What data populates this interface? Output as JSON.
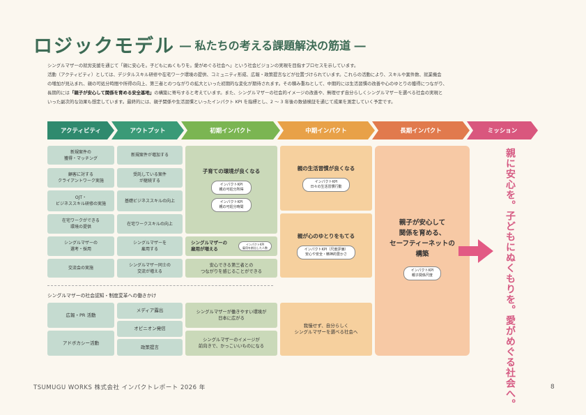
{
  "header": {
    "title": "ロジックモデル",
    "subtitle": "― 私たちの考える課題解決の筋道 ―"
  },
  "intro": {
    "line1": "シングルマザーの就労支援を通じて「親に安心を。子どもにぬくもりを。愛がめぐる社会へ」という社会ビジョンの実現を目指すプロセスを示しています。",
    "line2": "活動（アクティビティ）としては、デジタルスキル研修や在宅ワーク環境の提供、コミュニティ形成、広報・政策提言などが位置づけられています。これらの活動により、スキルや案件数、就業機会",
    "line3": "の増加が見込まれ、親の可処分時間や所得の向上、第三者とのつながりの拡大といった初期的な変化が期待されます。その積み重ねとして、中期的には生活習慣の改善や心のゆとりの獲得につながり、",
    "line4_pre": "長期的には",
    "line4_bold": "「親子が安心して関係を育める安全基地」",
    "line4_post": "の構築に寄与すると考えています。また、シングルマザーの社会的イメージの改善や、無理せず自分らしくシングルマザーを選べる社会の実現と",
    "line5": "いった副次的な効果も想定しています。最終的には、親子関係や生活習慣といったインパクト KPI を指標とし、2 〜 3 年後の数値検証を通じて成果を測定していく予定です。"
  },
  "stages": [
    {
      "label": "アクティビティ",
      "color": "#2f8a6e"
    },
    {
      "label": "アウトプット",
      "color": "#3a9a77"
    },
    {
      "label": "初期インパクト",
      "color": "#7bb552"
    },
    {
      "label": "中期インパクト",
      "color": "#e8a148"
    },
    {
      "label": "長期インパクト",
      "color": "#e17a4d"
    },
    {
      "label": "ミッション",
      "color": "#d9577e"
    }
  ],
  "activities": [
    "新規案件の\n獲得・マッチング",
    "顧客に対する\nクライアントワーク実施",
    "OJT・\nビジネススキル研修の実施",
    "在宅ワークができる\n環境の提供",
    "シングルマザーの\n選考・採用",
    "交流会の実施"
  ],
  "outputs": [
    "新規案件が増加する",
    "受託している案件\nが継続する",
    "基礎ビジネススキルの向上",
    "在宅ワークスキルの向上",
    "シングルマザーを\n雇用する",
    "シングルマザー同士の\n交流が増える"
  ],
  "initial": {
    "main_label": "子育ての環境が良くなる",
    "kpi1": "インパクトKPI\n親の可処分所得",
    "kpi2": "インパクトKPI\n親の可処分時間",
    "hire_label": "シングルマザーの\n雇用が増える",
    "hire_kpi": "インパクトKPI\n雇用を創出した人数",
    "connect_label": "安心できる第三者との\nつながりを感じることができる"
  },
  "mid": {
    "habit_label": "親の生活習慣が良くなる",
    "habit_kpi": "インパクトKPI\n日々の生活習慣行動",
    "mind_label": "親が心のゆとりをもてる",
    "mind_kpi": "インパクトKPI（尺度評価）\n安心や安全・精神的豊かさ"
  },
  "long": {
    "label": "親子が安心して\n関係を育める、\nセーフティーネットの\n構築",
    "kpi": "インパクトKPI\n親子関係尺度"
  },
  "mission": {
    "text": "親に安心を。子どもにぬくもりを。愛がめぐる社会へ。"
  },
  "social": {
    "section_label": "シングルマザーの社会認知・制度変革への働きかけ",
    "activities": [
      "広報・PR 活動",
      "アドボカシー活動"
    ],
    "outputs": [
      "メディア露出",
      "オピニオン発信",
      "政策提言"
    ],
    "initial": [
      "シングルマザーが働きやすい環境が\n日本に広がる",
      "シングルマザーのイメージが\n前向きで、かっこいいものになる"
    ],
    "mid": "我慢せず、自分らしく\nシングルマザーを選べる社会へ"
  },
  "footer": {
    "company": "TSUMUGU WORKS 株式会社 インパクトレポート 2026 年",
    "page": "8"
  }
}
